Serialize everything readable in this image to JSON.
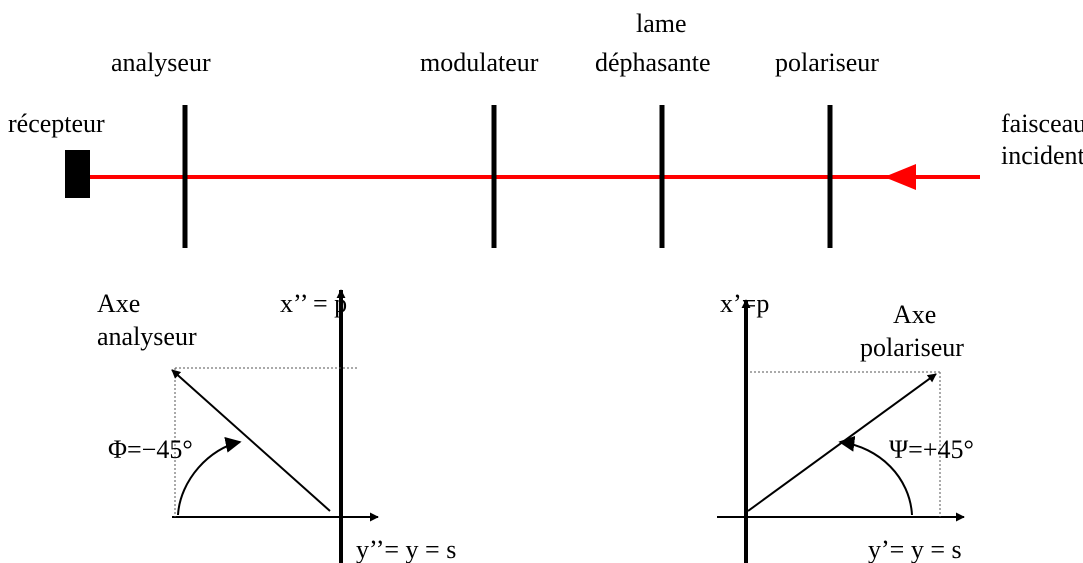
{
  "beam": {
    "receiver_label": "récepteur",
    "incident_label_line1": "faisceau",
    "incident_label_line2": "incident",
    "beam_color": "#ff0000"
  },
  "components": {
    "analyzer_label": "analyseur",
    "modulator_label": "modulateur",
    "waveplate_label_line1": "lame",
    "waveplate_label_line2": "déphasante",
    "polarizer_label": "polariseur"
  },
  "analyzer_axes": {
    "axis_label_line1": "Axe",
    "axis_label_line2": "analyseur",
    "vertical_axis_label": "x’’ = p",
    "horizontal_axis_label": "y’’= y = s",
    "angle_label": "Φ=−45°"
  },
  "polarizer_axes": {
    "axis_label_line1": "Axe",
    "axis_label_line2": "polariseur",
    "vertical_axis_label": "x’=p",
    "horizontal_axis_label": "y’= y = s",
    "angle_label": "Ψ=+45°"
  }
}
